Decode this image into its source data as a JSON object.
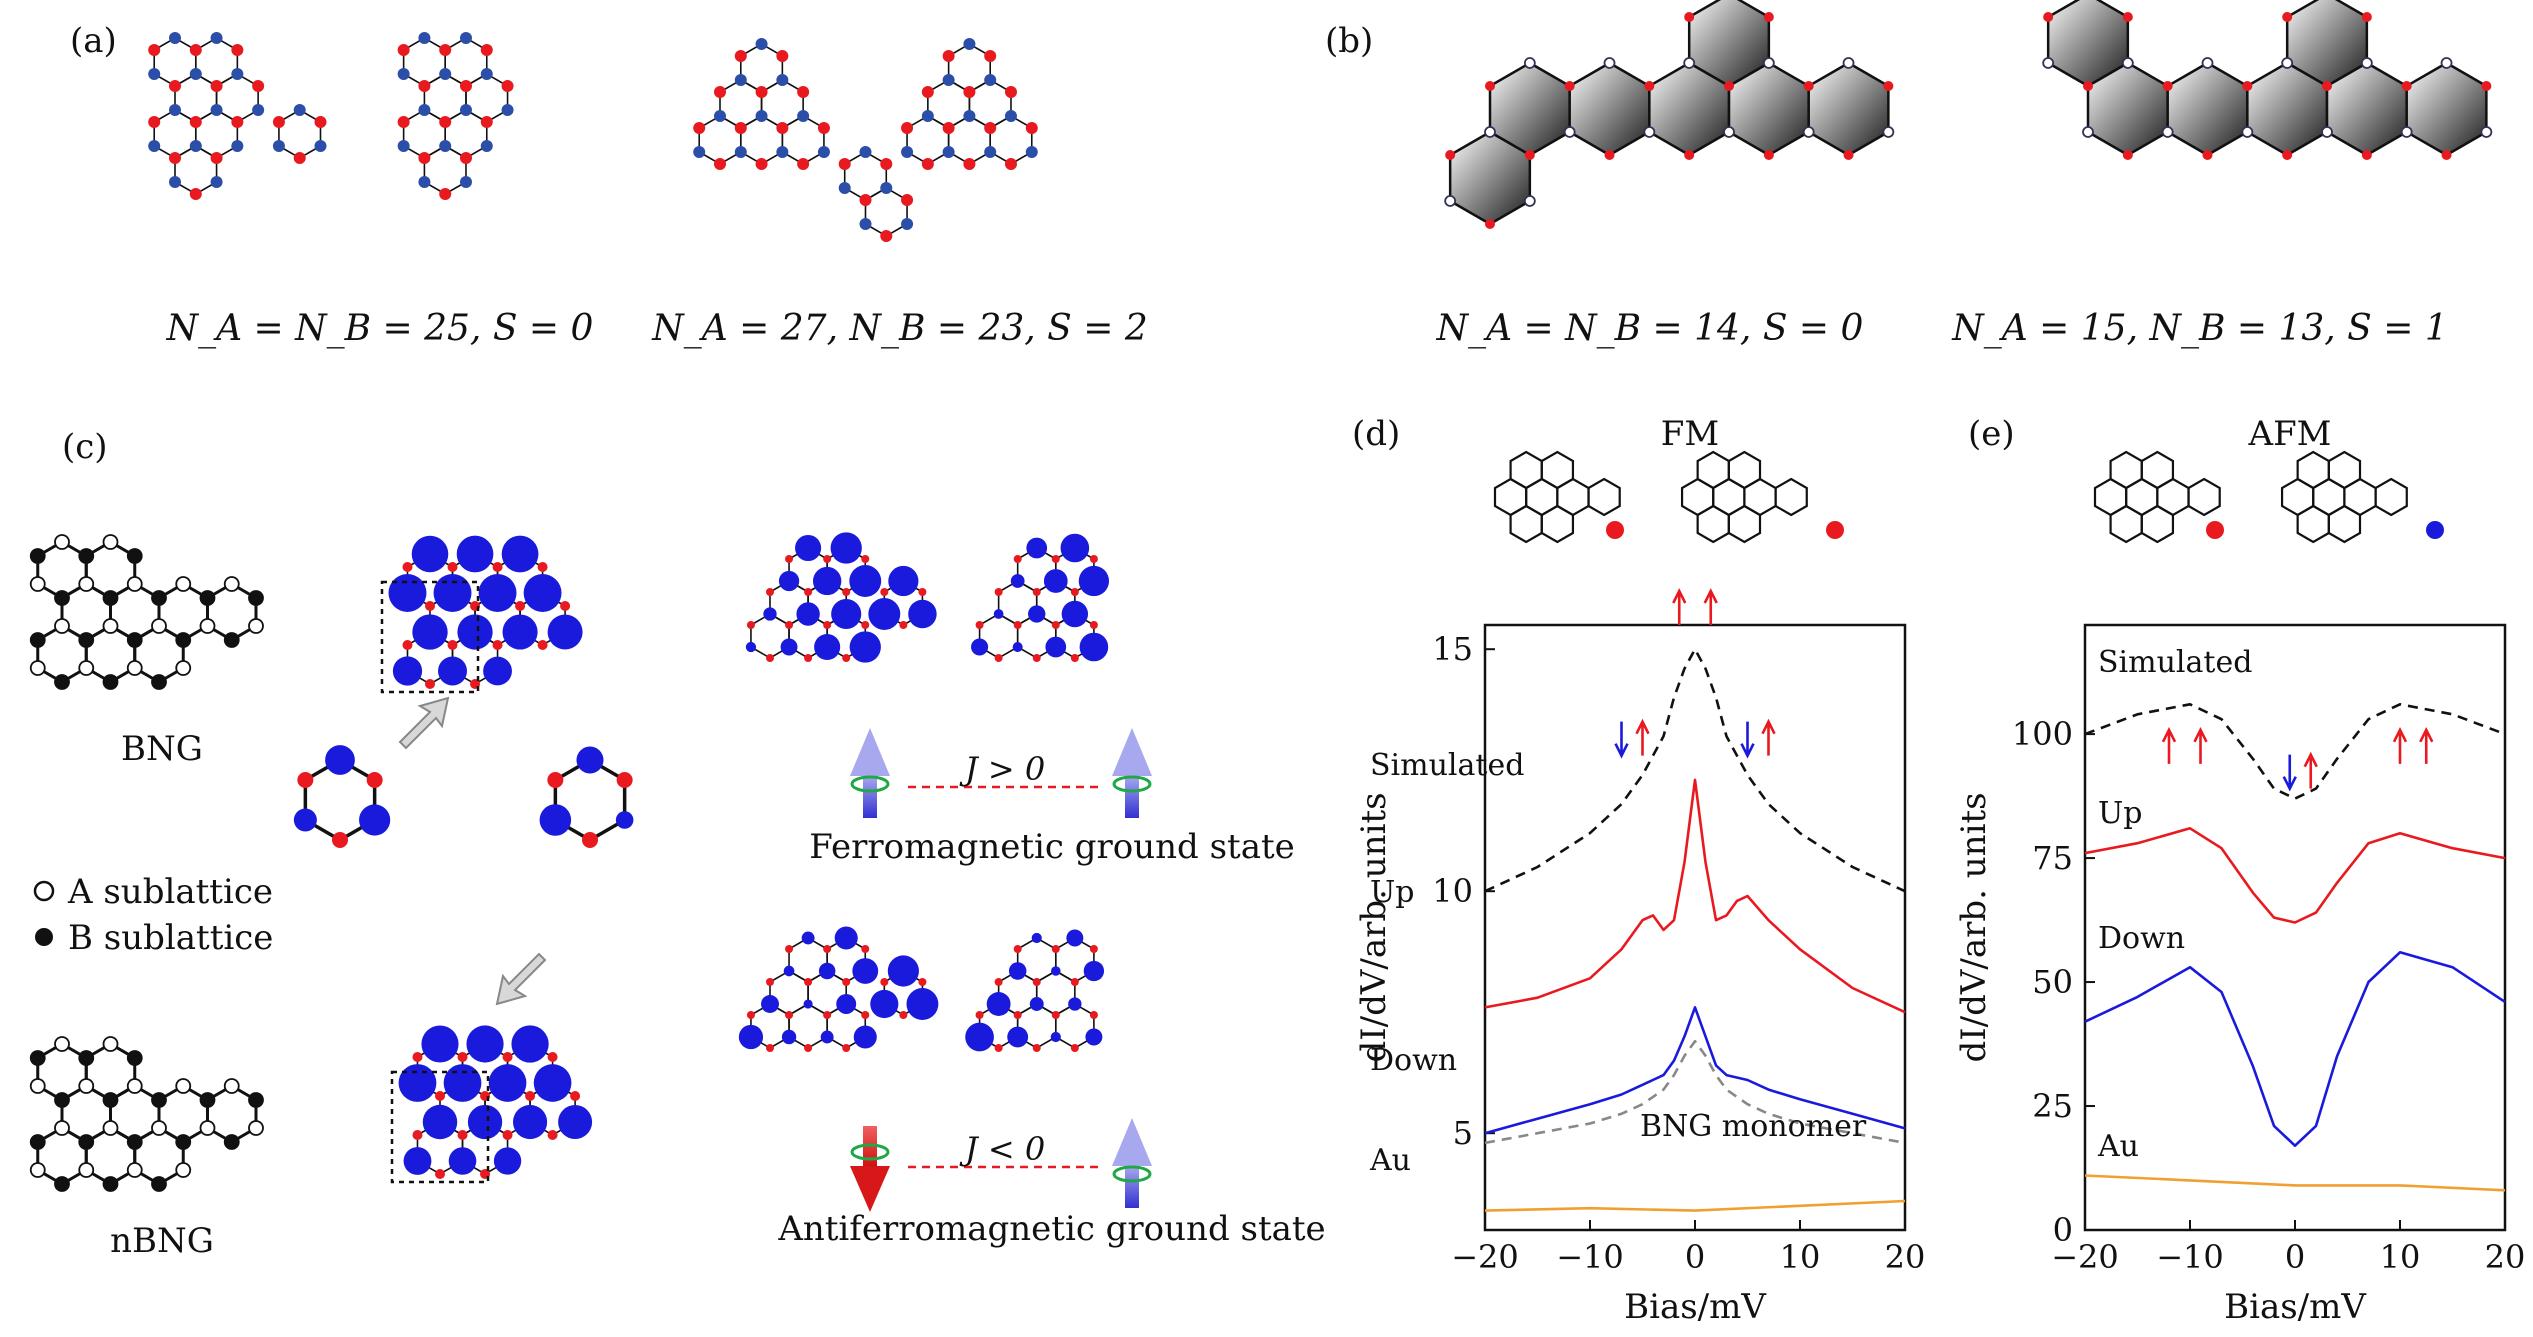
{
  "panels": {
    "a": {
      "label": "(a)",
      "left_caption": "N_A = N_B = 25, S = 0",
      "right_caption": "N_A = 27, N_B = 23, S = 2"
    },
    "b": {
      "label": "(b)",
      "left_caption": "N_A = N_B = 14, S = 0",
      "right_caption": "N_A = 15, N_B = 13, S = 1"
    },
    "c": {
      "label": "(c)",
      "bng": "BNG",
      "nbng": "nBNG",
      "legend_a": "A sublattice",
      "legend_b": "B sublattice",
      "j_pos": "J > 0",
      "j_neg": "J < 0",
      "fm_state": "Ferromagnetic ground state",
      "afm_state": "Antiferromagnetic ground state"
    },
    "d": {
      "label": "(d)",
      "title": "FM"
    },
    "e": {
      "label": "(e)",
      "title": "AFM"
    }
  },
  "colors": {
    "red": "#e8191f",
    "blue": "#1a1adc",
    "gray": "#888888",
    "orange": "#f0a030",
    "black": "#111111"
  },
  "chart_data": [
    {
      "type": "line",
      "panel": "d",
      "title": "FM",
      "xlabel": "Bias/mV",
      "ylabel": "dI/dV/arb. units",
      "xlim": [
        -20,
        20
      ],
      "ylim": [
        3,
        15.5
      ],
      "xticks": [
        -20,
        -10,
        0,
        10,
        20
      ],
      "yticks": [
        5,
        10,
        15
      ],
      "series": [
        {
          "name": "Simulated",
          "color": "#111111",
          "dash": true,
          "x": [
            -20,
            -15,
            -10,
            -7,
            -5,
            -3,
            -2,
            -1,
            0,
            1,
            2,
            3,
            5,
            7,
            10,
            15,
            20
          ],
          "y": [
            10.0,
            10.5,
            11.2,
            11.8,
            12.4,
            13.2,
            14.0,
            14.6,
            15.0,
            14.6,
            14.0,
            13.2,
            12.4,
            11.8,
            11.2,
            10.5,
            10.0
          ]
        },
        {
          "name": "Up",
          "color": "#e8191f",
          "dash": false,
          "x": [
            -20,
            -15,
            -10,
            -7,
            -5,
            -4,
            -3,
            -2,
            -1,
            0,
            1,
            2,
            3,
            4,
            5,
            7,
            10,
            15,
            20
          ],
          "y": [
            7.6,
            7.8,
            8.2,
            8.8,
            9.4,
            9.5,
            9.2,
            9.4,
            10.6,
            12.3,
            10.6,
            9.4,
            9.5,
            9.8,
            9.9,
            9.4,
            8.8,
            8.0,
            7.5
          ]
        },
        {
          "name": "Down",
          "color": "#1a1adc",
          "dash": false,
          "x": [
            -20,
            -15,
            -10,
            -7,
            -5,
            -3,
            -2,
            -1,
            0,
            1,
            2,
            3,
            5,
            7,
            10,
            15,
            20
          ],
          "y": [
            5.0,
            5.3,
            5.6,
            5.8,
            6.0,
            6.2,
            6.5,
            7.0,
            7.6,
            7.0,
            6.4,
            6.2,
            6.1,
            5.9,
            5.7,
            5.4,
            5.1
          ]
        },
        {
          "name": "BNG monomer",
          "color": "#888888",
          "dash": true,
          "x": [
            -20,
            -15,
            -10,
            -7,
            -5,
            -3,
            -2,
            -1,
            0,
            1,
            2,
            3,
            5,
            7,
            10,
            15,
            20
          ],
          "y": [
            4.8,
            5.0,
            5.2,
            5.4,
            5.6,
            5.9,
            6.2,
            6.6,
            6.9,
            6.6,
            6.2,
            5.9,
            5.6,
            5.4,
            5.2,
            5.0,
            4.8
          ]
        },
        {
          "name": "Au",
          "color": "#f0a030",
          "dash": false,
          "x": [
            -20,
            -10,
            0,
            10,
            20
          ],
          "y": [
            3.4,
            3.45,
            3.4,
            3.5,
            3.6
          ]
        }
      ]
    },
    {
      "type": "line",
      "panel": "e",
      "title": "AFM",
      "xlabel": "Bias/mV",
      "ylabel": "dI/dV/arb. units",
      "xlim": [
        -20,
        20
      ],
      "ylim": [
        0,
        122
      ],
      "xticks": [
        -20,
        -10,
        0,
        10,
        20
      ],
      "yticks": [
        0,
        25,
        50,
        75,
        100
      ],
      "series": [
        {
          "name": "Simulated",
          "color": "#111111",
          "dash": true,
          "x": [
            -20,
            -15,
            -10,
            -7,
            -4,
            -2,
            0,
            2,
            4,
            7,
            10,
            15,
            20
          ],
          "y": [
            100,
            104,
            106,
            103,
            95,
            89,
            87,
            89,
            95,
            103,
            106,
            104,
            100
          ]
        },
        {
          "name": "Up",
          "color": "#e8191f",
          "dash": false,
          "x": [
            -20,
            -15,
            -10,
            -7,
            -4,
            -2,
            0,
            2,
            4,
            7,
            10,
            15,
            20
          ],
          "y": [
            76,
            78,
            81,
            77,
            68,
            63,
            62,
            64,
            70,
            78,
            80,
            77,
            75
          ]
        },
        {
          "name": "Down",
          "color": "#1a1adc",
          "dash": false,
          "x": [
            -20,
            -15,
            -10,
            -7,
            -4,
            -2,
            0,
            2,
            4,
            7,
            10,
            15,
            20
          ],
          "y": [
            42,
            47,
            53,
            48,
            33,
            21,
            17,
            21,
            35,
            50,
            56,
            53,
            46
          ]
        },
        {
          "name": "Au",
          "color": "#f0a030",
          "dash": false,
          "x": [
            -20,
            -10,
            0,
            10,
            20
          ],
          "y": [
            11,
            10,
            9,
            9,
            8
          ]
        }
      ]
    }
  ]
}
